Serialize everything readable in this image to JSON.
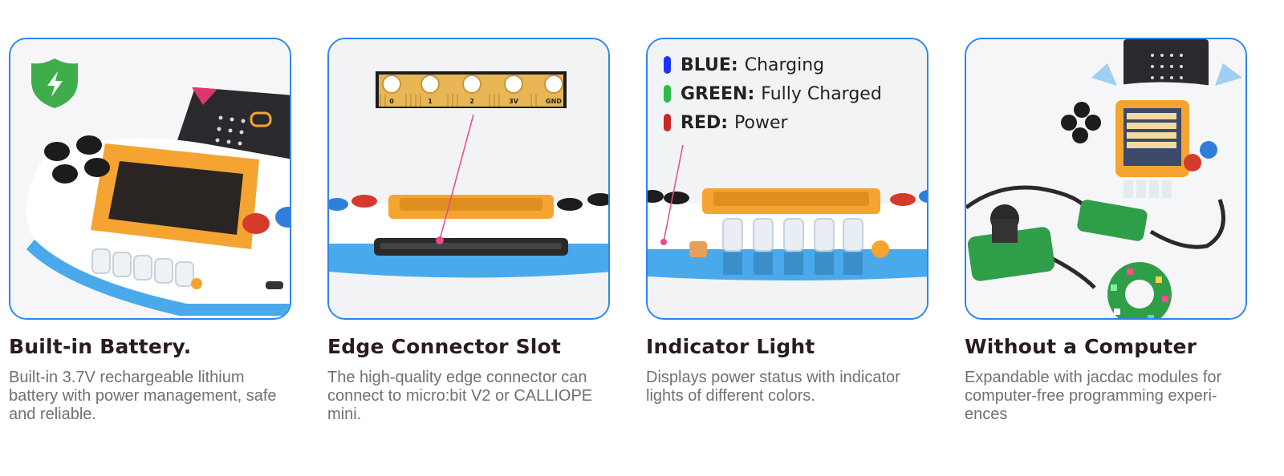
{
  "colors": {
    "border": "#2b86f0",
    "shield": "#3fae4a",
    "orange": "#f5a431",
    "blue": "#4aa9ea",
    "red": "#d63a2c",
    "blue_led": "#1f33ff",
    "green_led": "#2dbb4b",
    "red_led": "#c62828"
  },
  "cards": [
    {
      "title": "Built-in Battery.",
      "description": "Built-in 3.7V rechargeable lithium battery with power management, safe and reliable.",
      "icon": "shield-bolt-icon"
    },
    {
      "title": "Edge Connector Slot",
      "description": "The high-quality edge connector can connect to micro:bit V2 or CALLIOPE mini.",
      "pins": [
        "0",
        "1",
        "2",
        "3V",
        "GND"
      ]
    },
    {
      "title": "Indicator Light",
      "description": "Displays power status with indicator lights of different colors.",
      "legend": [
        {
          "key": "BLUE:",
          "value": "Charging"
        },
        {
          "key": "GREEN:",
          "value": "Fully Charged"
        },
        {
          "key": "RED:",
          "value": "Power"
        }
      ]
    },
    {
      "title": "Without a Computer",
      "description": "Expandable with jacdac modules for computer-free programming experi-ences"
    }
  ]
}
